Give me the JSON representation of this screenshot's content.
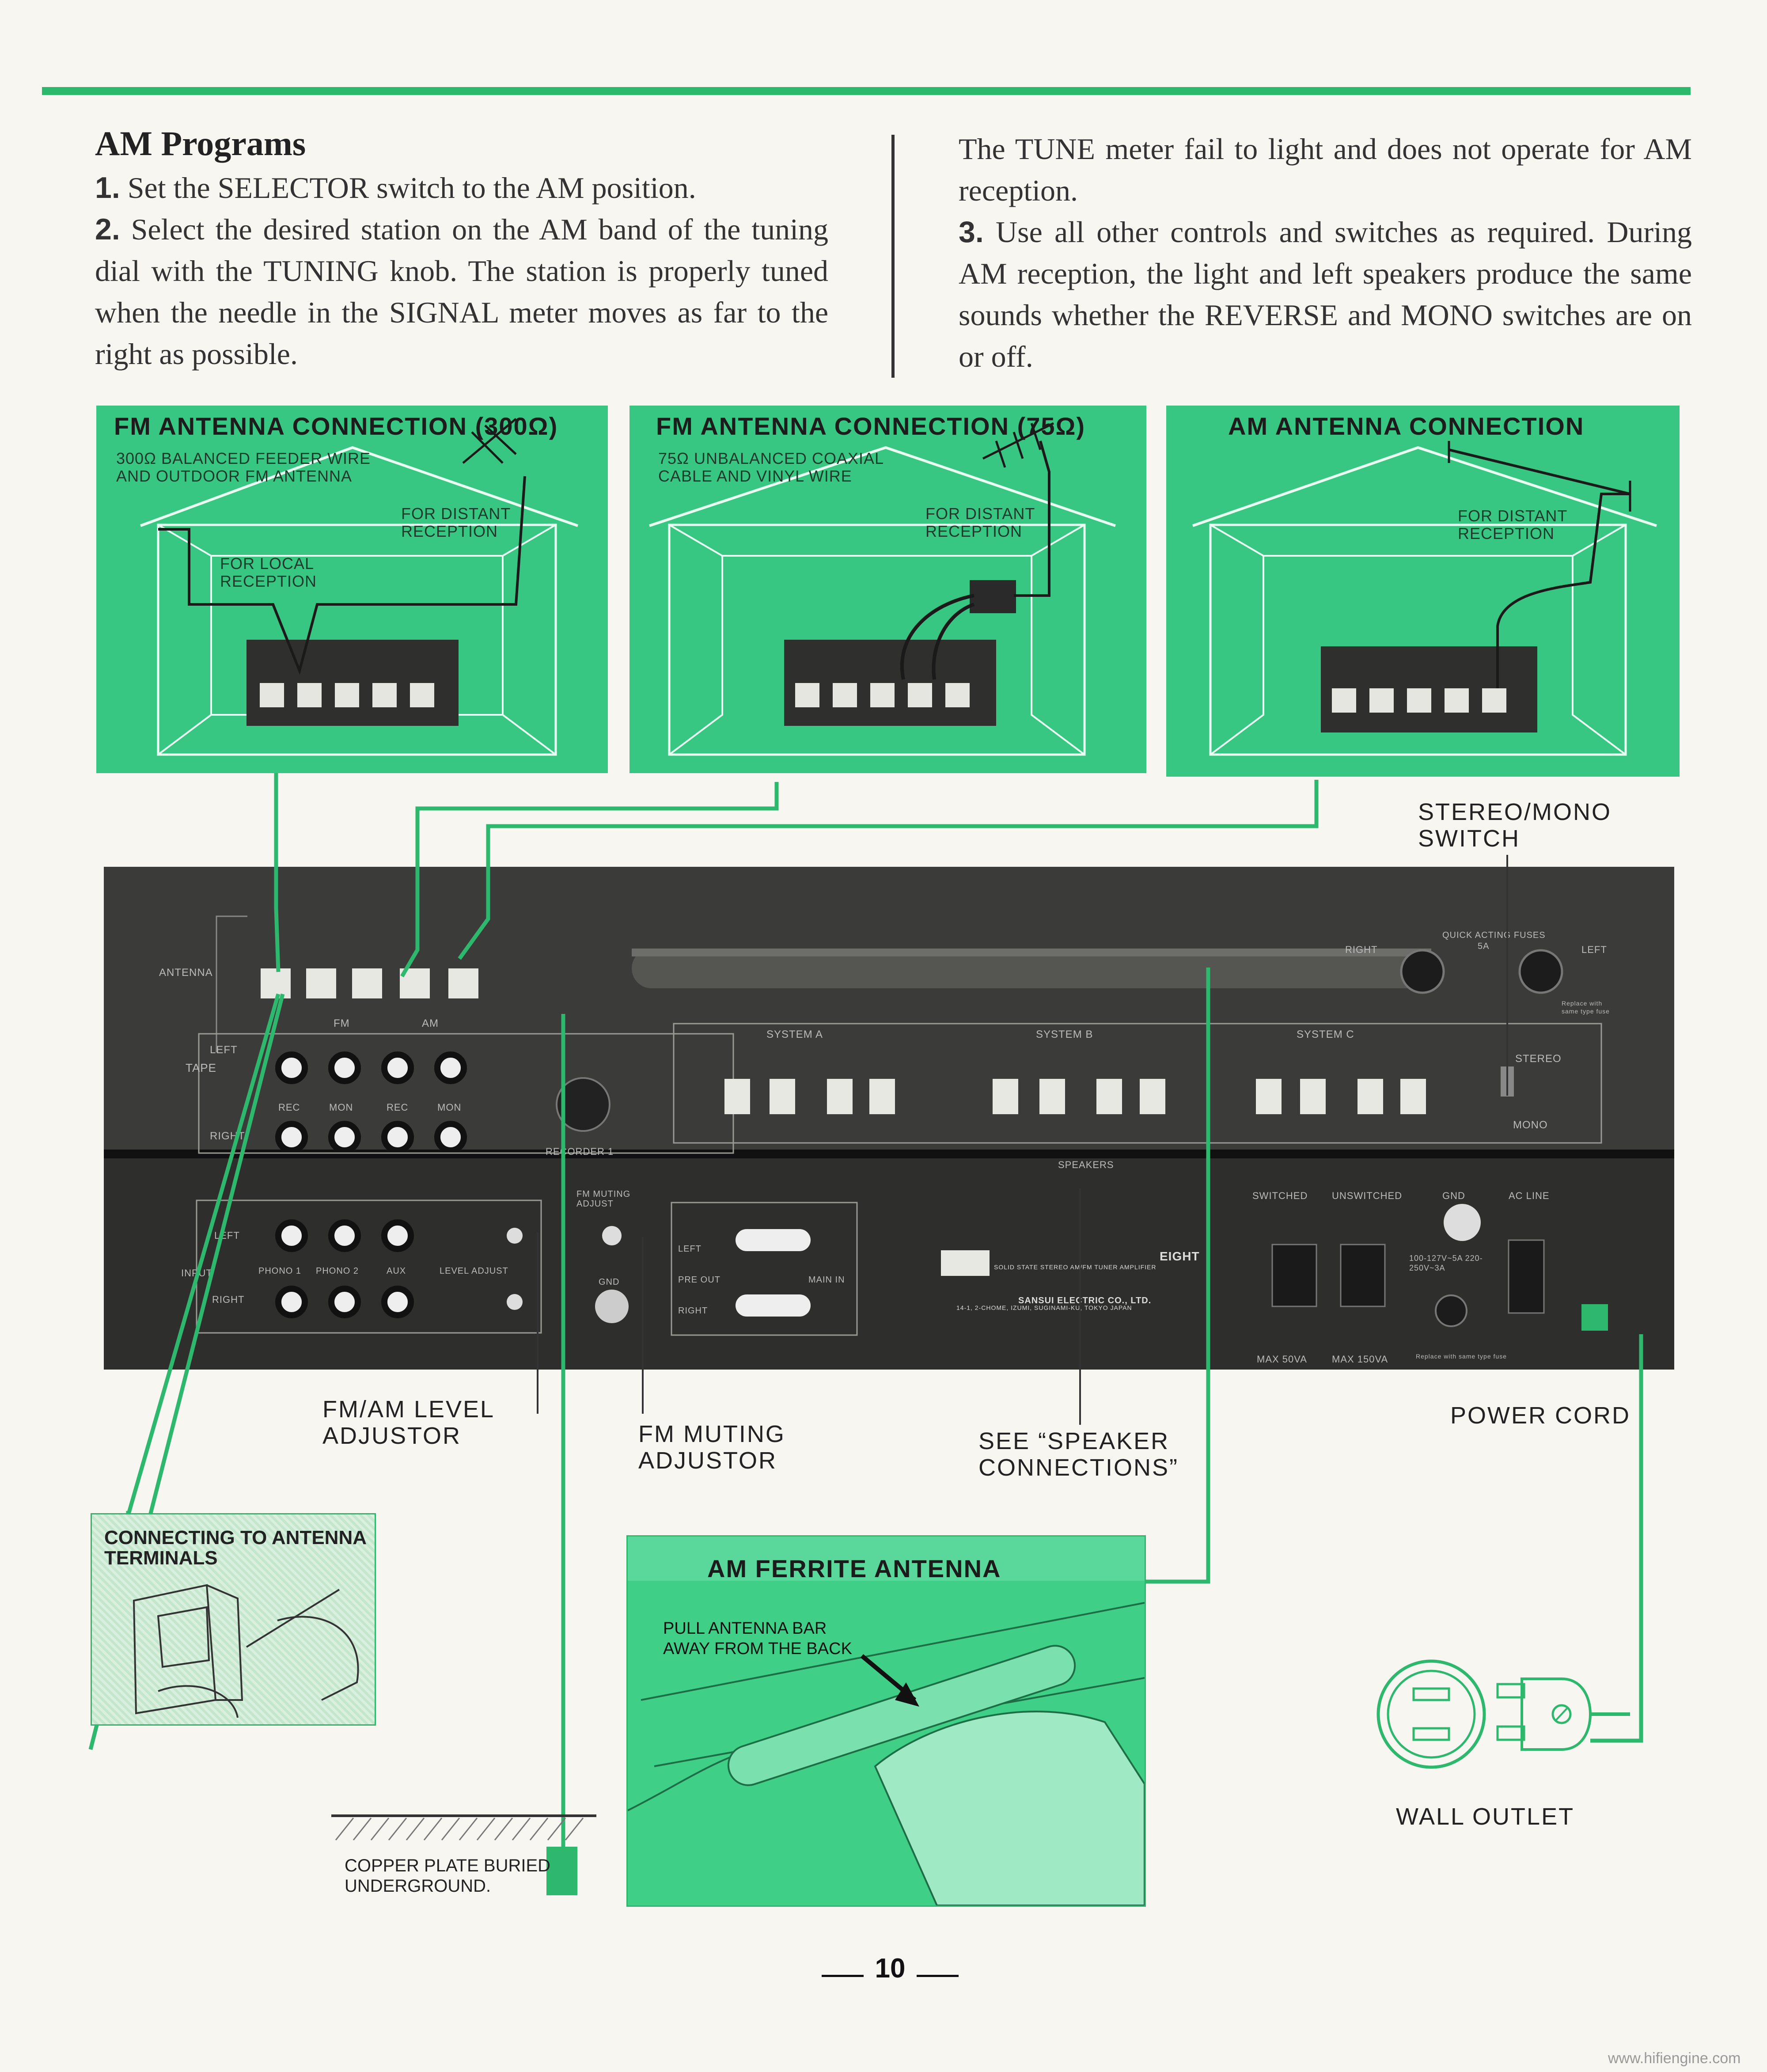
{
  "left_column": {
    "heading": "AM Programs",
    "step1_num": "1.",
    "step1": "Set the SELECTOR switch to the AM position.",
    "step2_num": "2.",
    "step2": "Select the desired station on the AM band of the tuning dial with the TUNING knob. The station is properly tuned when the needle in the SIGNAL meter moves as far to the right as possible."
  },
  "right_column": {
    "para": "The TUNE meter fail to light and does not operate for AM reception.",
    "step3_num": "3.",
    "step3": "Use all other controls and switches as required. During AM reception, the light and left speakers produce the same sounds whether the REVERSE and MONO switches are on or off."
  },
  "panels": {
    "fm300": {
      "title": "FM ANTENNA CONNECTION (300Ω)",
      "note": "300Ω BALANCED FEEDER WIRE AND OUTDOOR FM ANTENNA",
      "distant": "FOR DISTANT RECEPTION",
      "local": "FOR LOCAL RECEPTION"
    },
    "fm75": {
      "title": "FM ANTENNA CONNECTION (75Ω)",
      "note": "75Ω UNBALANCED COAXIAL CABLE AND VINYL WIRE",
      "distant": "FOR DISTANT RECEPTION"
    },
    "am": {
      "title": "AM ANTENNA CONNECTION",
      "distant": "FOR DISTANT RECEPTION"
    }
  },
  "callouts": {
    "stereo_mono": "STEREO/MONO SWITCH",
    "level_adjustor": "FM/AM LEVEL ADJUSTOR",
    "muting_adjustor": "FM MUTING ADJUSTOR",
    "speaker_conn": "SEE “SPEAKER CONNECTIONS”",
    "power_cord": "POWER CORD",
    "wall_outlet": "WALL OUTLET"
  },
  "insets": {
    "terminals_title": "CONNECTING TO ANTENNA TERMINALS",
    "ferrite_title": "AM FERRITE ANTENNA",
    "ferrite_note": "PULL ANTENNA BAR AWAY FROM THE BACK",
    "copper": "COPPER PLATE BURIED UNDERGROUND."
  },
  "panel_labels": {
    "antenna": "ANTENNA",
    "fm": "FM",
    "am": "AM",
    "tape": "TAPE",
    "left": "LEFT",
    "right": "RIGHT",
    "rec": "REC",
    "mon": "MON",
    "recorder": "RECORDER 1",
    "input": "INPUT",
    "phono1": "PHONO 1",
    "phono2": "PHONO 2",
    "aux": "AUX",
    "level_adjust": "LEVEL ADJUST",
    "fm_muting_adjust": "FM MUTING ADJUST",
    "gnd": "GND",
    "pre_out": "PRE OUT",
    "main_in": "MAIN IN",
    "system_a": "SYSTEM A",
    "system_b": "SYSTEM B",
    "system_c": "SYSTEM C",
    "speakers": "SPEAKERS",
    "stereo": "STEREO",
    "mono": "MONO",
    "quick_fuses": "QUICK ACTING FUSES",
    "fuse_rating": "5A",
    "switched": "SWITCHED",
    "unswitched": "UNSWITCHED",
    "ac_line": "AC LINE",
    "model": "EIGHT",
    "model_desc": "SOLID STATE STEREO AM/FM TUNER AMPLIFIER",
    "maker": "SANSUI ELECTRIC CO., LTD.",
    "address": "14-1, 2-CHOME, IZUMI, SUGINAMI-KU, TOKYO JAPAN",
    "voltage": "100-127V~5A 220-250V~3A",
    "max50": "MAX 50VA",
    "max150": "MAX 150VA",
    "replace": "Replace with same type fuse"
  },
  "footer": {
    "page_number": "10",
    "watermark": "www.hifiengine.com"
  },
  "colors": {
    "accent_green": "#38c782",
    "line_green": "#2db86d",
    "panel_dark": "#3a3a38"
  }
}
